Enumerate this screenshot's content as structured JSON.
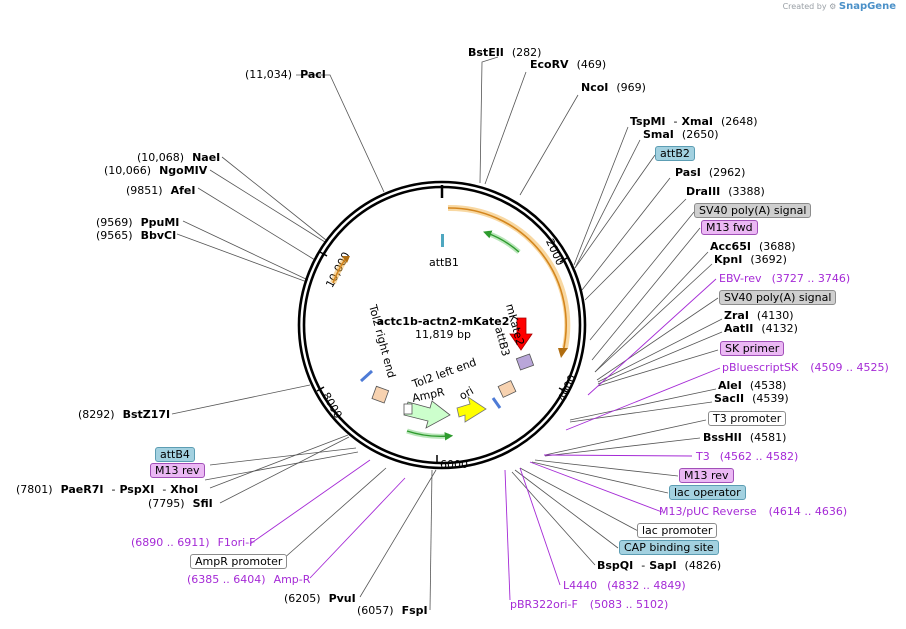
{
  "header": {
    "created_by": "Created by",
    "brand": "SnapGene"
  },
  "plasmid": {
    "name": "actc1b-actn2-mKate2",
    "size": "11,819 bp"
  },
  "ticks": [
    "2000",
    "4000",
    "6000",
    "8000",
    "10,000"
  ],
  "inner_labels": {
    "attB1": "attB1",
    "attB3": "attB3",
    "mkate2": "mKate2",
    "tol2_right": "Tol2 right end",
    "tol2_left": "Tol2 left end",
    "ampr": "AmpR",
    "ori": "ori"
  },
  "sites_right": [
    {
      "name": "BstEII",
      "pos": "(282)"
    },
    {
      "name": "EcoRV",
      "pos": "(469)"
    },
    {
      "name": "NcoI",
      "pos": "(969)"
    },
    {
      "name": "TspMI",
      "sep": "-",
      "name2": "XmaI",
      "pos": "(2648)"
    },
    {
      "name": "SmaI",
      "pos": "(2650)"
    },
    {
      "name": "PasI",
      "pos": "(2962)"
    },
    {
      "name": "DraIII",
      "pos": "(3388)"
    },
    {
      "name": "Acc65I",
      "pos": "(3688)"
    },
    {
      "name": "KpnI",
      "pos": "(3692)"
    },
    {
      "name": "ZraI",
      "pos": "(4130)"
    },
    {
      "name": "AatII",
      "pos": "(4132)"
    },
    {
      "name": "AleI",
      "pos": "(4538)"
    },
    {
      "name": "SacII",
      "pos": "(4539)"
    },
    {
      "name": "BssHII",
      "pos": "(4581)"
    },
    {
      "name": "BspQI",
      "sep": "-",
      "name2": "SapI",
      "pos": "(4826)"
    }
  ],
  "sites_left": [
    {
      "name": "PacI",
      "pos": "(11,034)"
    },
    {
      "name": "NaeI",
      "pos": "(10,068)"
    },
    {
      "name": "NgoMIV",
      "pos": "(10,066)"
    },
    {
      "name": "AfeI",
      "pos": "(9851)"
    },
    {
      "name": "PpuMI",
      "pos": "(9569)"
    },
    {
      "name": "BbvCI",
      "pos": "(9565)"
    },
    {
      "name": "BstZ17I",
      "pos": "(8292)"
    },
    {
      "name": "PaeR7I",
      "sep": "-",
      "name2": "PspXI",
      "sep2": "-",
      "name3": "XhoI",
      "pos": "(7801)"
    },
    {
      "name": "SfiI",
      "pos": "(7795)"
    },
    {
      "name": "PvuI",
      "pos": "(6205)"
    },
    {
      "name": "FspI",
      "pos": "(6057)"
    }
  ],
  "primers": [
    {
      "name": "EBV-rev",
      "range": "(3727 .. 3746)"
    },
    {
      "name": "pBluescriptSK",
      "range": "(4509 .. 4525)"
    },
    {
      "name": "T3",
      "range": "(4562 .. 4582)"
    },
    {
      "name": "M13/pUC Reverse",
      "range": "(4614 .. 4636)"
    },
    {
      "name": "L4440",
      "range": "(4832 .. 4849)"
    },
    {
      "name": "pBR322ori-F",
      "range": "(5083 .. 5102)"
    },
    {
      "name": "F1ori-F",
      "range": "(6890 .. 6911)"
    },
    {
      "name": "Amp-R",
      "range": "(6385 .. 6404)"
    }
  ],
  "boxes": {
    "attB2": "attB2",
    "sv40_1": "SV40 poly(A) signal",
    "m13fwd": "M13 fwd",
    "sv40_2": "SV40 poly(A) signal",
    "sk_primer": "SK primer",
    "t3_promoter": "T3 promoter",
    "m13rev_r": "M13 rev",
    "lac_operator": "lac operator",
    "lac_promoter": "lac promoter",
    "cap": "CAP binding site",
    "attB4": "attB4",
    "m13rev_l": "M13 rev",
    "ampr_promoter": "AmpR promoter"
  },
  "colors": {
    "feature_text": "#a52ad6",
    "backbone": "#000000",
    "orange_arrow": "#f0a830",
    "green_arrow": "#2e9b2e",
    "mkate2": "#ff0000",
    "ori": "#ffff00",
    "ampr": "#ccffcc"
  }
}
